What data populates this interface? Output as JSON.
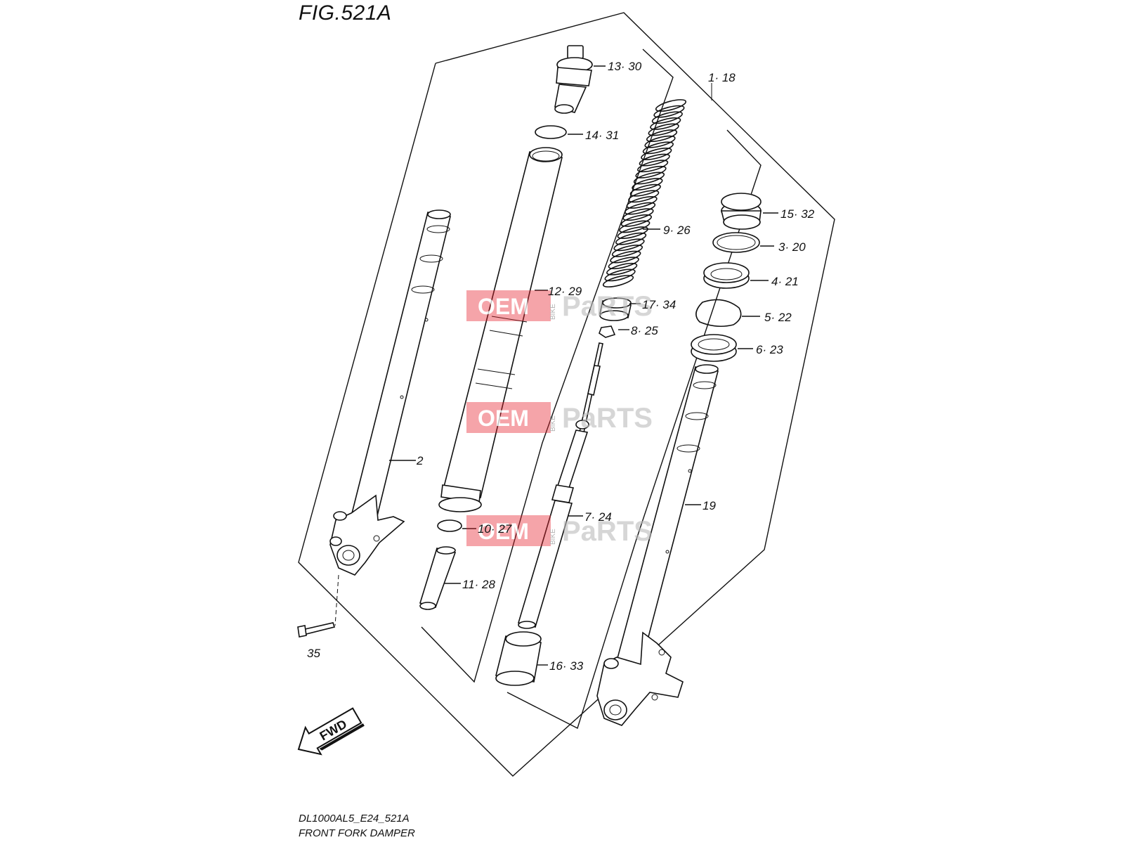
{
  "figure": {
    "title": "FIG.521A",
    "model_code": "DL1000AL5_E24_521A",
    "section_name": "FRONT FORK DAMPER"
  },
  "watermark": {
    "left": "OEM",
    "middle": "BIKE",
    "right": "PaRTS",
    "color": "#e8232d"
  },
  "direction_arrow": {
    "label": "FWD",
    "icon": "fwd-arrow-icon"
  },
  "callouts": {
    "c1_18": "1· 18",
    "c2": "2",
    "c3_20": "3· 20",
    "c4_21": "4· 21",
    "c5_22": "5· 22",
    "c6_23": "6· 23",
    "c7_24": "7· 24",
    "c8_25": "8· 25",
    "c9_26": "9· 26",
    "c10_27": "10· 27",
    "c11_28": "11· 28",
    "c12_29": "12· 29",
    "c13_30": "13· 30",
    "c14_31": "14· 31",
    "c15_32": "15· 32",
    "c16_33": "16· 33",
    "c17_34": "17· 34",
    "c19": "19",
    "c35": "35"
  }
}
